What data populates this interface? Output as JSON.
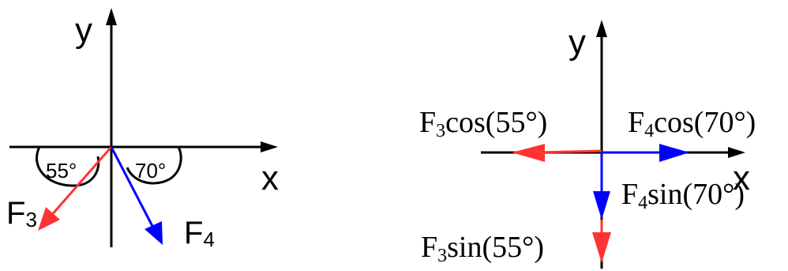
{
  "left_diagram": {
    "y_axis_label": "y",
    "x_axis_label": "x",
    "angle_f3": "55°",
    "angle_f4": "70°",
    "f3_label": {
      "base": "F",
      "sub": "3"
    },
    "f4_label": {
      "base": "F",
      "sub": "4"
    }
  },
  "right_diagram": {
    "y_axis_label": "y",
    "x_axis_label": "x",
    "f3_cos": {
      "base": "F",
      "sub": "3",
      "rest": "cos(55°)"
    },
    "f4_cos": {
      "base": "F",
      "sub": "4",
      "rest": "cos(70°)"
    },
    "f4_sin": {
      "base": "F",
      "sub": "4",
      "rest": "sin(70°)"
    },
    "f3_sin": {
      "base": "F",
      "sub": "3",
      "rest": "sin(55°)"
    }
  },
  "colors": {
    "f3": "#ff3333",
    "f4": "#0000ff",
    "axis": "#000000"
  }
}
